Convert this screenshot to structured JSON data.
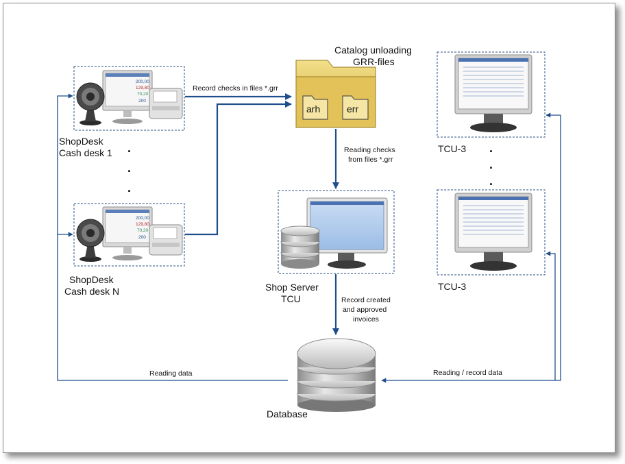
{
  "nodes": {
    "cash1": {
      "line1": "ShopDesk",
      "line2": "Cash desk 1"
    },
    "cashN": {
      "line1": "ShopDesk",
      "line2": "Cash desk N"
    },
    "catalog": {
      "line1": "Catalog unloading",
      "line2": "GRR-files"
    },
    "folders": {
      "arh": "arh",
      "err": "err"
    },
    "server": {
      "line1": "Shop Server",
      "line2": "TCU"
    },
    "database": {
      "label": "Database"
    },
    "tcu_top": {
      "label": "TCU-3"
    },
    "tcu_bottom": {
      "label": "TCU-3"
    }
  },
  "edges": {
    "record_checks": "Record checks in files *.grr",
    "reading_checks_1": "Reading checks",
    "reading_checks_2": "from files *.grr",
    "record_created_1": "Record created",
    "record_created_2": "and approved",
    "record_created_3": "invoices",
    "reading_data": "Reading data",
    "reading_record": "Reading / record data"
  },
  "pos_screen_values": [
    "200,00",
    "129,80",
    "70,20",
    "200"
  ],
  "ellipsis_dot": "."
}
